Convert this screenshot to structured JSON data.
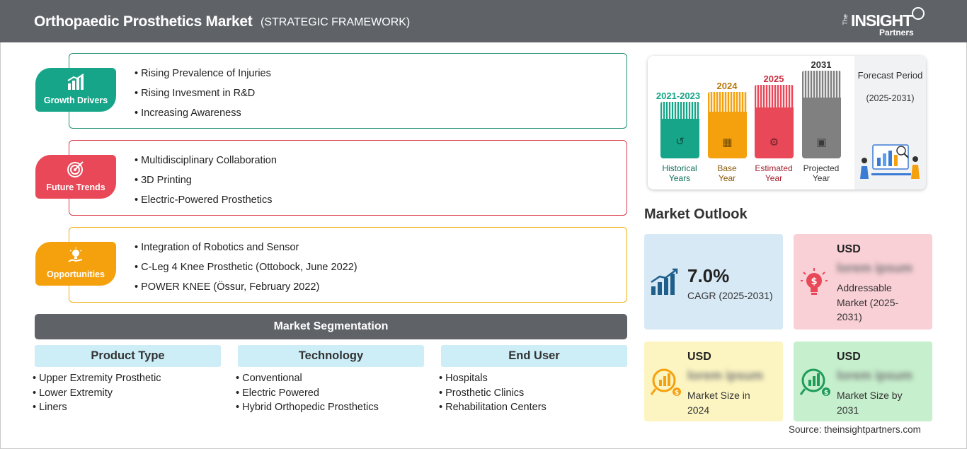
{
  "header": {
    "title": "Orthopaedic Prosthetics Market",
    "subtitle": "(STRATEGIC FRAMEWORK)",
    "logo": {
      "the": "The",
      "insight": "INSIGHT",
      "partners": "Partners"
    }
  },
  "framework": {
    "growth_drivers": {
      "label": "Growth Drivers",
      "color": "#17a589",
      "items": [
        "Rising Prevalence of Injuries",
        "Rising Invesment in R&D",
        "Increasing Awareness"
      ]
    },
    "future_trends": {
      "label": "Future Trends",
      "color": "#e84858",
      "items": [
        "Multidisciplinary Collaboration",
        "3D Printing",
        "Electric-Powered Prosthetics"
      ]
    },
    "opportunities": {
      "label": "Opportunities",
      "color": "#f5a10e",
      "items": [
        "Integration of Robotics and Sensor",
        "C-Leg 4 Knee Prosthetic (Ottobock, June 2022)",
        "POWER KNEE (Össur, February 2022)"
      ]
    }
  },
  "segmentation": {
    "title": "Market Segmentation",
    "columns": [
      {
        "head": "Product Type",
        "items": [
          "Upper Extremity Prosthetic",
          "Lower Extremity",
          "Liners"
        ]
      },
      {
        "head": "Technology",
        "items": [
          "Conventional",
          "Electric Powered",
          "Hybrid Orthopedic Prosthetics"
        ]
      },
      {
        "head": "End User",
        "items": [
          "Hospitals",
          "Prosthetic Clinics",
          "Rehabilitation Centers"
        ]
      }
    ]
  },
  "timeline": {
    "bars": [
      {
        "year": "2021-2023",
        "caption1": "Historical",
        "caption2": "Years",
        "color": "#17a589",
        "icon": "history-icon"
      },
      {
        "year": "2024",
        "caption1": "Base",
        "caption2": "Year",
        "color": "#f5a10e",
        "icon": "calendar-icon"
      },
      {
        "year": "2025",
        "caption1": "Estimated",
        "caption2": "Year",
        "color": "#e84858",
        "icon": "gear-chart-icon"
      },
      {
        "year": "2031",
        "caption1": "Projected",
        "caption2": "Year",
        "color": "#808080",
        "icon": "presentation-icon"
      }
    ],
    "forecast_title": "Forecast Period",
    "forecast_range": "(2025-2031)"
  },
  "outlook": {
    "title": "Market Outlook",
    "cagr": {
      "value": "7.0%",
      "label": "CAGR (2025-2031)"
    },
    "addressable": {
      "usd": "USD",
      "value": "lorem ipsum",
      "desc": "Addressable Market (2025-2031)"
    },
    "size_2024": {
      "usd": "USD",
      "value": "lorem ipsum",
      "desc": "Market Size in 2024"
    },
    "size_2031": {
      "usd": "USD",
      "value": "lorem ipsum",
      "desc": "Market Size by 2031"
    }
  },
  "source": "Source: theinsightpartners.com"
}
